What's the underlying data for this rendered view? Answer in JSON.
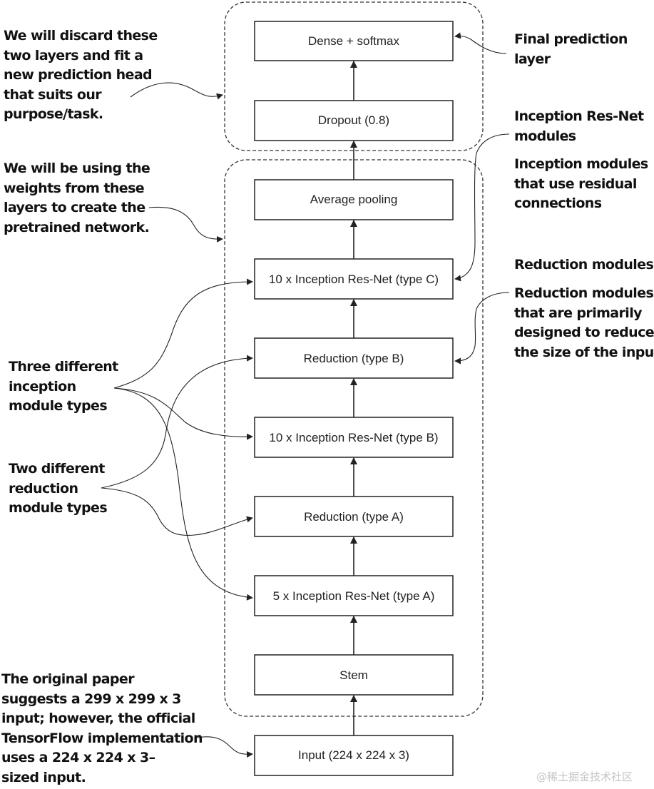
{
  "layers": [
    {
      "id": "dense",
      "label": "Dense + softmax"
    },
    {
      "id": "dropout",
      "label": "Dropout (0.8)"
    },
    {
      "id": "avgpool",
      "label": "Average pooling"
    },
    {
      "id": "incC",
      "label": "10 x Inception Res-Net (type C)"
    },
    {
      "id": "redB",
      "label": "Reduction (type B)"
    },
    {
      "id": "incB",
      "label": "10 x Inception Res-Net (type B)"
    },
    {
      "id": "redA",
      "label": "Reduction (type A)"
    },
    {
      "id": "incA",
      "label": "5 x Inception Res-Net (type A)"
    },
    {
      "id": "stem",
      "label": "Stem"
    },
    {
      "id": "input",
      "label": "Input (224 x 224 x 3)"
    }
  ],
  "annotations": {
    "discard": [
      "We will discard these",
      "two layers and fit a",
      "new prediction head",
      "that suits our",
      "purpose/task."
    ],
    "pretrained": [
      "We will be using the",
      "weights from these",
      "layers to create the",
      "pretrained network."
    ],
    "inception_types": [
      "Three different",
      "inception",
      "module types"
    ],
    "reduction_types": [
      "Two different",
      "reduction",
      "module types"
    ],
    "input_note": [
      "The original paper",
      "suggests a 299 x 299 x 3",
      "input; however, the official",
      "TensorFlow implementation",
      "uses a 224 x 224 x 3–",
      "sized input."
    ],
    "final_layer": [
      "Final prediction",
      "layer"
    ],
    "inception_resnet_title": [
      "Inception Res-Net",
      "modules"
    ],
    "inception_resnet_desc": [
      "Inception modules",
      "that use residual",
      "connections"
    ],
    "reduction_title": [
      "Reduction modules"
    ],
    "reduction_desc": [
      "Reduction modules",
      "that are primarily",
      "designed to reduce",
      "the size of the input"
    ]
  },
  "watermark": "@稀土掘金技术社区"
}
